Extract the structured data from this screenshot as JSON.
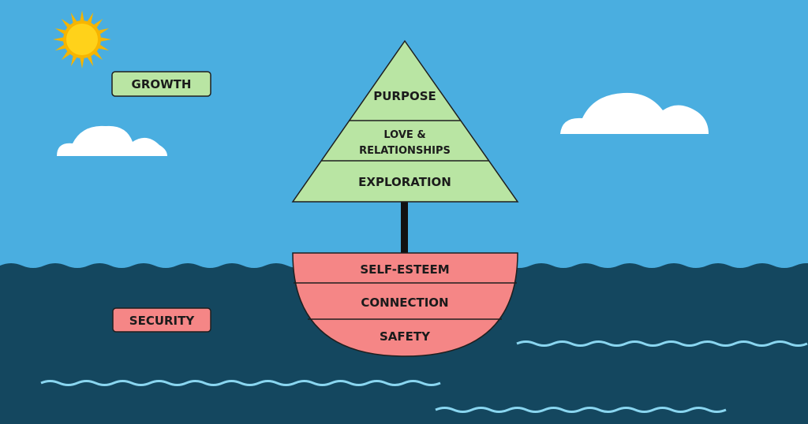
{
  "colors": {
    "sky": "#4aaee0",
    "sea": "#14475f",
    "growth": "#b9e5a3",
    "security": "#f58686",
    "cloud": "#ffffff",
    "wave_line": "#8ad6f0",
    "sun": "#f4c20d",
    "outline": "#1f1f1f"
  },
  "labels": {
    "growth": "GROWTH",
    "security": "SECURITY"
  },
  "sail": {
    "levels": [
      "PURPOSE",
      "LOVE &",
      "RELATIONSHIPS",
      "EXPLORATION"
    ]
  },
  "hull": {
    "levels": [
      "SELF-ESTEEM",
      "CONNECTION",
      "SAFETY"
    ]
  },
  "icons": [
    "sun-icon",
    "cloud-icon",
    "wave-icon"
  ]
}
